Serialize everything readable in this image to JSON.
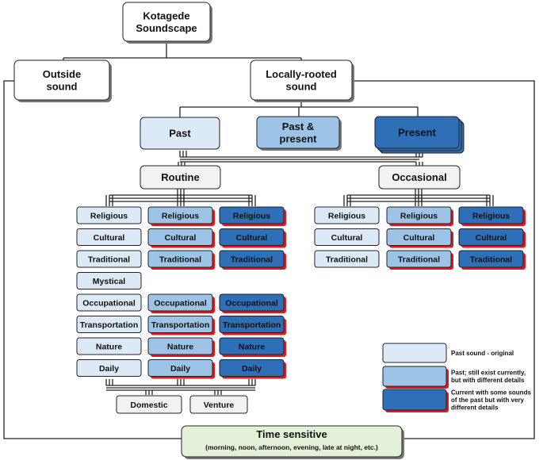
{
  "colors": {
    "past": "#dce9f6",
    "both": "#9dc3e6",
    "present": "#2e6fb7",
    "neutral": "#f2f2f2",
    "root": "#ffffff",
    "time": "#e3f1d9",
    "shadow": "#e8141c",
    "line": "#222222"
  },
  "root": {
    "line1": "Kotagede",
    "line2": "Soundscape"
  },
  "outside": {
    "line1": "Outside",
    "line2": "sound"
  },
  "local": {
    "line1": "Locally-rooted",
    "line2": "sound"
  },
  "periods": {
    "past": "Past",
    "both_line1": "Past &",
    "both_line2": "present",
    "present": "Present"
  },
  "routine": {
    "title": "Routine",
    "past": [
      "Religious",
      "Cultural",
      "Traditional",
      "Mystical",
      "Occupational",
      "Transportation",
      "Nature",
      "Daily"
    ],
    "both": [
      "Religious",
      "Cultural",
      "Traditional",
      "Occupational",
      "Transportation",
      "Nature",
      "Daily"
    ],
    "present": [
      "Religious",
      "Cultural",
      "Traditional",
      "Occupational",
      "Transportation",
      "Nature",
      "Daily"
    ],
    "daily_children": [
      "Domestic",
      "Venture"
    ]
  },
  "occasional": {
    "title": "Occasional",
    "past": [
      "Religious",
      "Cultural",
      "Traditional"
    ],
    "both": [
      "Religious",
      "Cultural",
      "Traditional"
    ],
    "present": [
      "Religious",
      "Cultural",
      "Traditional"
    ]
  },
  "legend": [
    {
      "type": "past",
      "lines": [
        "Past sound - original"
      ]
    },
    {
      "type": "both",
      "lines": [
        "Past; still exist currently,",
        "but with different details"
      ]
    },
    {
      "type": "present",
      "lines": [
        "Current with some sounds",
        "of the past but with very",
        "different details"
      ]
    }
  ],
  "time_sensitive": {
    "title": "Time sensitive",
    "subtitle": "(morning, noon, afternoon, evening, late at night, etc.)"
  }
}
